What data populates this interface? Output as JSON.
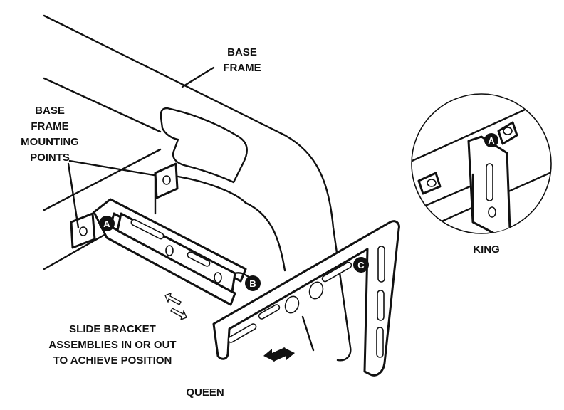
{
  "labels": {
    "base_frame": [
      "BASE",
      "FRAME"
    ],
    "mounting_points": [
      "BASE",
      "FRAME",
      "MOUNTING",
      "POINTS"
    ],
    "slide_instruction": [
      "SLIDE BRACKET",
      "ASSEMBLIES IN OR OUT",
      "TO ACHIEVE POSITION"
    ],
    "queen": "QUEEN",
    "king": "KING"
  },
  "callouts": {
    "a_main": "A",
    "b_main": "B",
    "c_main": "C",
    "a_king": "A"
  },
  "colors": {
    "ink": "#111111",
    "paper": "#ffffff"
  }
}
